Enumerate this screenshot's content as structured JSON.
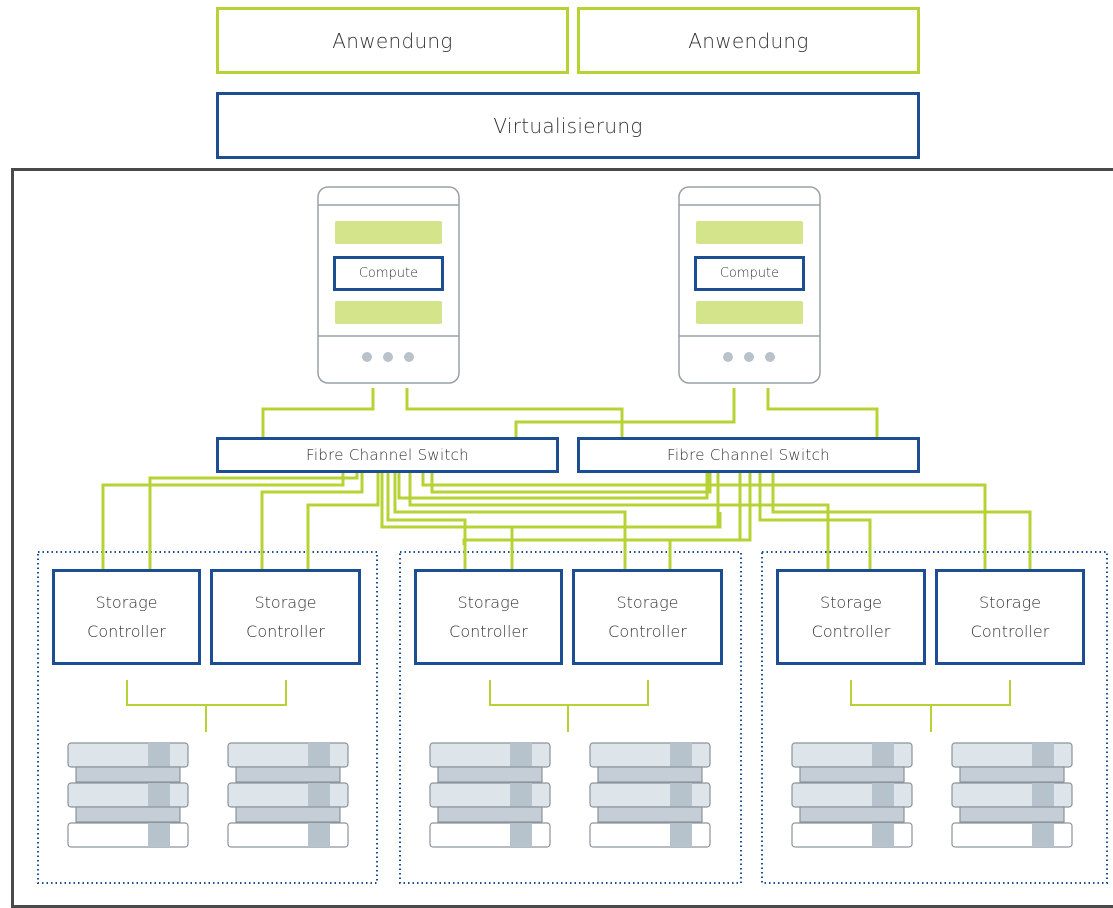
{
  "colors": {
    "accent_green": "#b5d335",
    "accent_blue": "#1c4e94",
    "frame": "#4a4a4a",
    "disk_gray": "#c5ced6"
  },
  "applications": [
    {
      "label": "Anwendung"
    },
    {
      "label": "Anwendung"
    }
  ],
  "virtualization": {
    "label": "Virtualisierung"
  },
  "servers": [
    {
      "compute_label": "Compute"
    },
    {
      "compute_label": "Compute"
    }
  ],
  "switches": [
    {
      "label": "Fibre Channel Switch"
    },
    {
      "label": "Fibre Channel Switch"
    }
  ],
  "storage_controller": {
    "line1": "Storage",
    "line2": "Controller"
  },
  "icons": {
    "server": "server-icon",
    "disk_stack": "disk-stack-icon"
  }
}
